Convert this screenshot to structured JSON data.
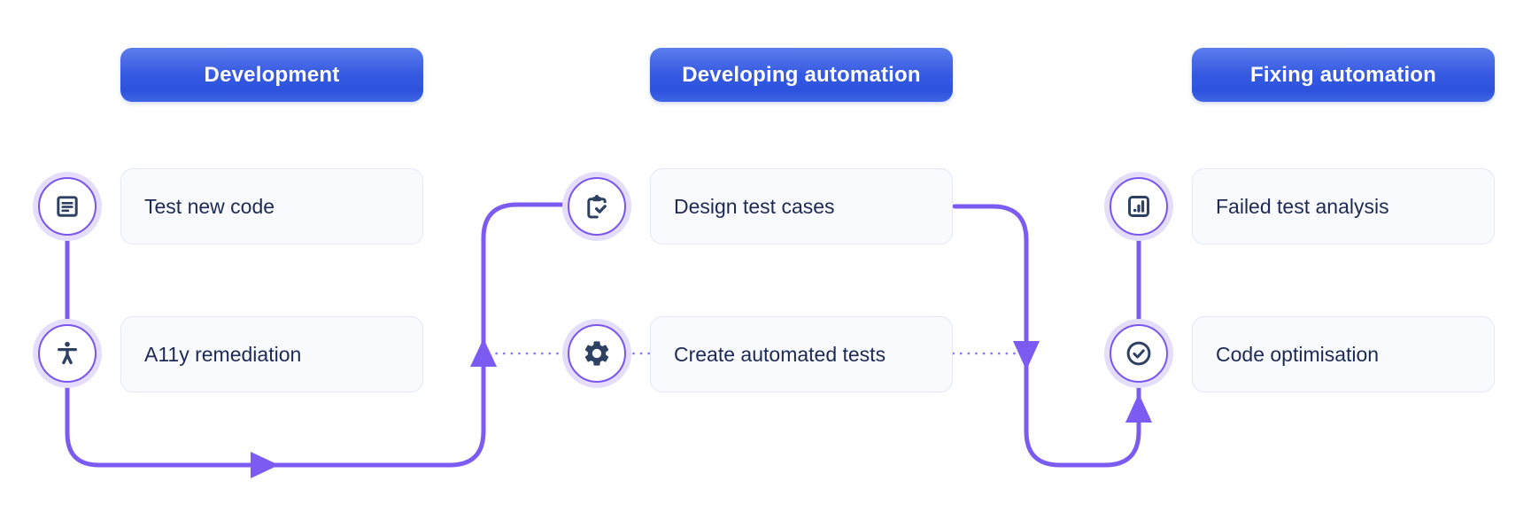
{
  "colors": {
    "accent-blue-top": "#5b7cec",
    "accent-blue-bottom": "#2d53de",
    "connector-purple": "#7b5bf1",
    "dotted-purple": "#8672f2",
    "circle-ring": "#7a55ee",
    "circle-glow": "#e4defb",
    "icon-navy": "#2e4163",
    "label-navy": "#1e2a54",
    "box-bg": "#f8fafe",
    "box-border": "#e2e8f7",
    "header-text": "#ffffff"
  },
  "phases": [
    {
      "label": "Development",
      "steps": [
        {
          "icon": "document-icon",
          "label": "Test new code"
        },
        {
          "icon": "accessibility-icon",
          "label": "A11y remediation"
        }
      ]
    },
    {
      "label": "Developing automation",
      "steps": [
        {
          "icon": "clipboard-check-icon",
          "label": "Design test cases"
        },
        {
          "icon": "gear-icon",
          "label": "Create automated tests"
        }
      ]
    },
    {
      "label": "Fixing automation",
      "steps": [
        {
          "icon": "analytics-icon",
          "label": "Failed test analysis"
        },
        {
          "icon": "check-circle-icon",
          "label": "Code optimisation"
        }
      ]
    }
  ],
  "connections": [
    {
      "from": "Test new code",
      "to": "A11y remediation",
      "style": "solid"
    },
    {
      "from": "A11y remediation",
      "to": "Design test cases",
      "style": "solid",
      "arrows": [
        "right",
        "up"
      ]
    },
    {
      "from": "Design test cases",
      "to": "Code optimisation",
      "style": "solid",
      "arrows": [
        "down",
        "up"
      ]
    },
    {
      "from": "Failed test analysis",
      "to": "Code optimisation",
      "style": "solid"
    },
    {
      "from": "A11y remediation path",
      "to": "Create automated tests",
      "style": "dotted"
    },
    {
      "from": "Create automated tests",
      "to": "Code optimisation path",
      "style": "dotted"
    }
  ]
}
